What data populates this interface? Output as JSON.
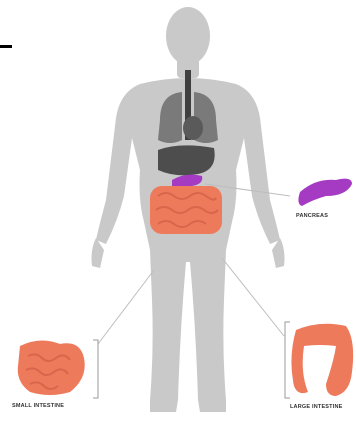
{
  "figure": {
    "labels": {
      "pancreas": "PANCREAS",
      "small_intestine": "SMALL INTESTINE",
      "large_intestine": "LARGE INTESTINE"
    },
    "colors": {
      "background": "#ffffff",
      "body_silhouette": "#c9c9c9",
      "lungs": "#7a7a7a",
      "esophagus": "#3f3f3f",
      "stomach_liver": "#4d4d4d",
      "pancreas": "#a43bc2",
      "intestines": "#ee7a5c",
      "leader_lines": "#bdbdbd",
      "bracket": "#9a9a9a"
    }
  }
}
